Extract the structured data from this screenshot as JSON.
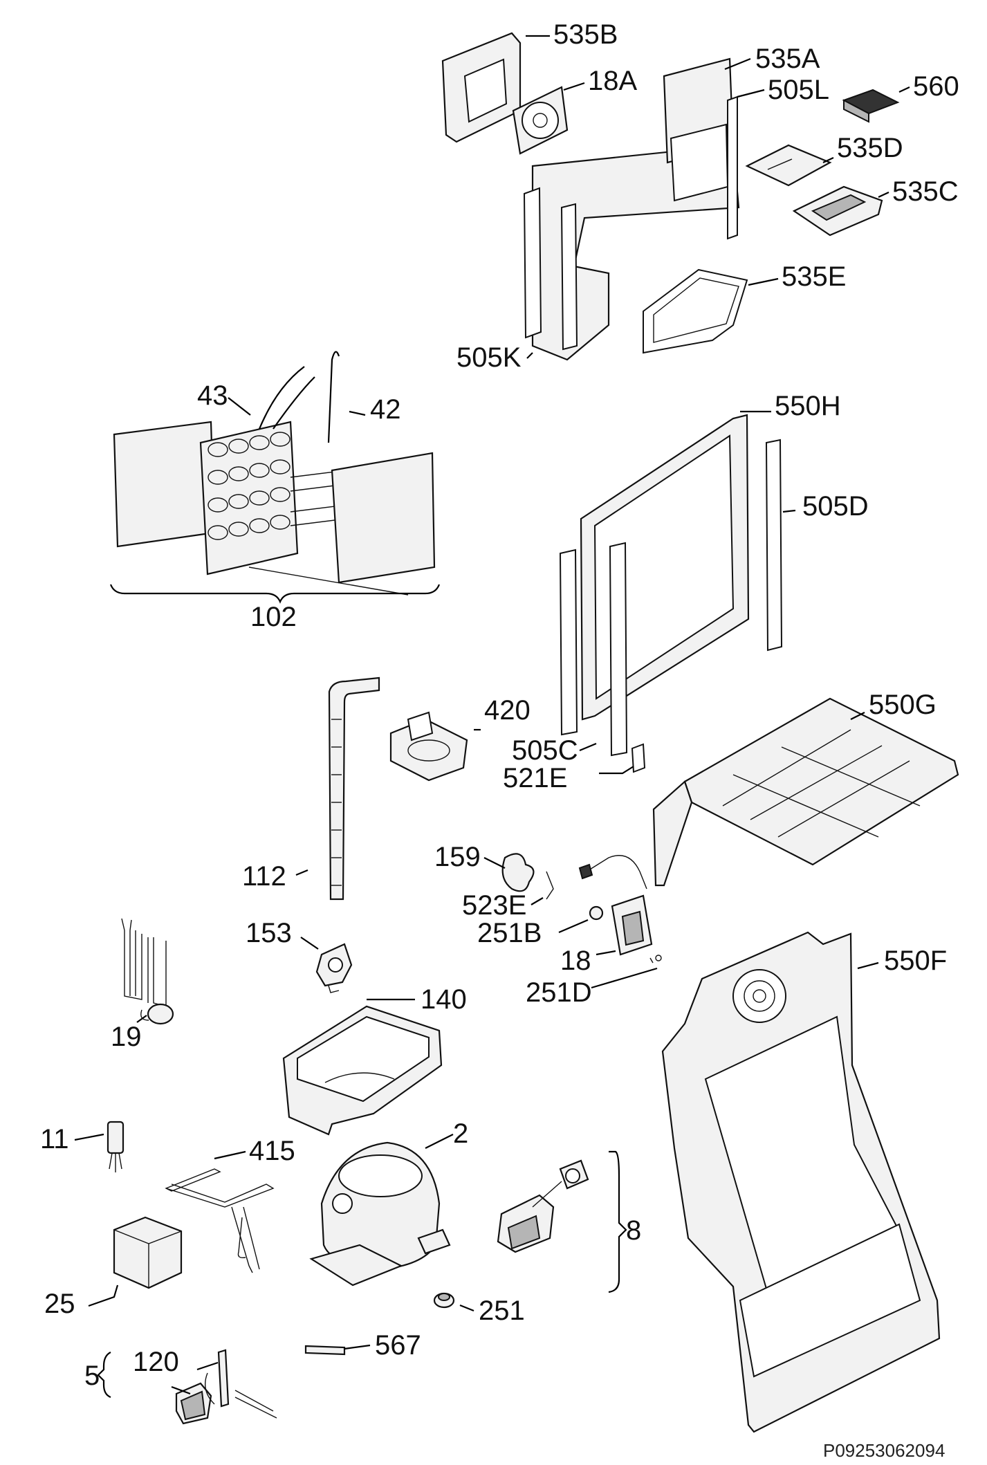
{
  "document_id": "P09253062094",
  "colors": {
    "line": "#000000",
    "part_fill": "#f2f2f2",
    "dark": "#333333",
    "background": "#ffffff"
  },
  "labels": {
    "p535B": "535B",
    "p535A": "535A",
    "p18A": "18A",
    "p505L": "505L",
    "p560": "560",
    "p535D": "535D",
    "p535C": "535C",
    "p535E": "535E",
    "p505K": "505K",
    "p43": "43",
    "p42": "42",
    "p102": "102",
    "p550H": "550H",
    "p505D": "505D",
    "p420": "420",
    "p505C": "505C",
    "p521E": "521E",
    "p550G": "550G",
    "p112": "112",
    "p159": "159",
    "p523E": "523E",
    "p251B": "251B",
    "p18": "18",
    "p251D": "251D",
    "p550F": "550F",
    "p153": "153",
    "p19": "19",
    "p140": "140",
    "p11": "11",
    "p415": "415",
    "p2": "2",
    "p8": "8",
    "p25": "25",
    "p251": "251",
    "p567": "567",
    "p5": "5",
    "p120": "120"
  }
}
